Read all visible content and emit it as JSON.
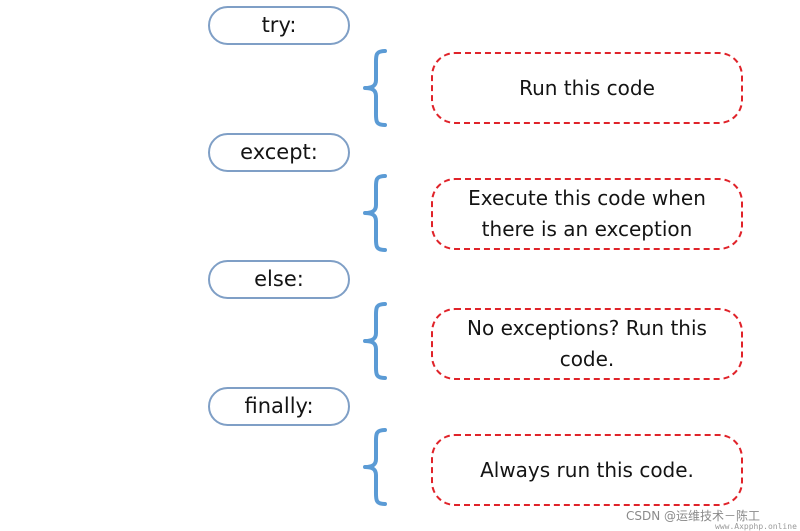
{
  "keywords": [
    {
      "label": "try:"
    },
    {
      "label": "except:"
    },
    {
      "label": "else:"
    },
    {
      "label": "finally:"
    }
  ],
  "actions": [
    {
      "text": "Run this code"
    },
    {
      "text": "Execute this code when\nthere is an exception"
    },
    {
      "text": "No exceptions? Run this\ncode."
    },
    {
      "text": "Always run this code."
    }
  ],
  "watermark": {
    "credit": "CSDN @运维技术－陈工",
    "site": "www.Axpphp.online"
  },
  "colors": {
    "keyword_border": "#7f9fc6",
    "brace": "#5b9bd5",
    "action_border": "#e0232a"
  },
  "icons": [
    "curly-brace-icon"
  ]
}
